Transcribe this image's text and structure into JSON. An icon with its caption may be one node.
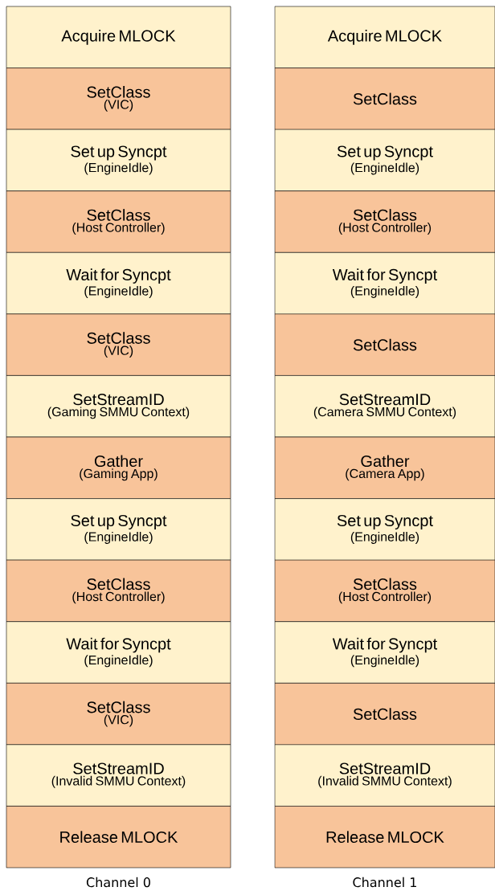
{
  "diagram": {
    "nodes": [
      {
        "text": [
          "Acquire MLOCK"
        ]
      },
      {
        "text": [
          "SetClass",
          "(VIC)"
        ]
      },
      {
        "text": [
          "Set up Syncpt",
          "(EngineIdle)"
        ]
      },
      {
        "text": [
          "SetClass",
          "(Host Controller)"
        ]
      },
      {
        "text": [
          "Wait for Syncpt",
          "(EngineIdle)"
        ]
      },
      {
        "text": [
          "SetClass",
          "(VIC)"
        ]
      },
      {
        "text": [
          "SetStreamID",
          "(Gaming SMMU Context)"
        ]
      },
      {
        "text": [
          "Gather",
          "(Gaming App)"
        ]
      },
      {
        "text": [
          "Set up Syncpt",
          "(EngineIdle)"
        ]
      },
      {
        "text": [
          "SetClass",
          "(Host Controller)"
        ]
      },
      {
        "text": [
          "Wait for Syncpt",
          "(EngineIdle)"
        ]
      },
      {
        "text": [
          "SetClass",
          "(VIC)"
        ]
      },
      {
        "text": [
          "SetStreamID",
          "(Invalid SMMU Context)"
        ]
      },
      {
        "text": [
          "Release MLOCK"
        ]
      },
      {
        "text": [
          "Acquire MLOCK"
        ]
      },
      {
        "text": [
          "SetClass"
        ]
      },
      {
        "text": [
          "Set up Syncpt",
          "(EngineIdle)"
        ]
      },
      {
        "text": [
          "SetClass",
          "(Host Controller)"
        ]
      },
      {
        "text": [
          "Wait for Syncpt",
          "(EngineIdle)"
        ]
      },
      {
        "text": [
          "SetClass"
        ]
      },
      {
        "text": [
          "SetStreamID",
          "(Camera SMMU Context)"
        ]
      },
      {
        "text": [
          "Gather",
          "(Camera App)"
        ]
      },
      {
        "text": [
          "Set up Syncpt",
          "(EngineIdle)"
        ]
      },
      {
        "text": [
          "SetClass",
          "(Host Controller)"
        ]
      },
      {
        "text": [
          "Wait for Syncpt",
          "(EngineIdle)"
        ]
      },
      {
        "text": [
          "SetClass"
        ]
      },
      {
        "text": [
          "SetStreamID",
          "(Invalid SMMU Context)"
        ]
      },
      {
        "text": [
          "Release MLOCK"
        ]
      }
    ],
    "labels": [
      "Channel 0",
      "Channel 1"
    ]
  }
}
